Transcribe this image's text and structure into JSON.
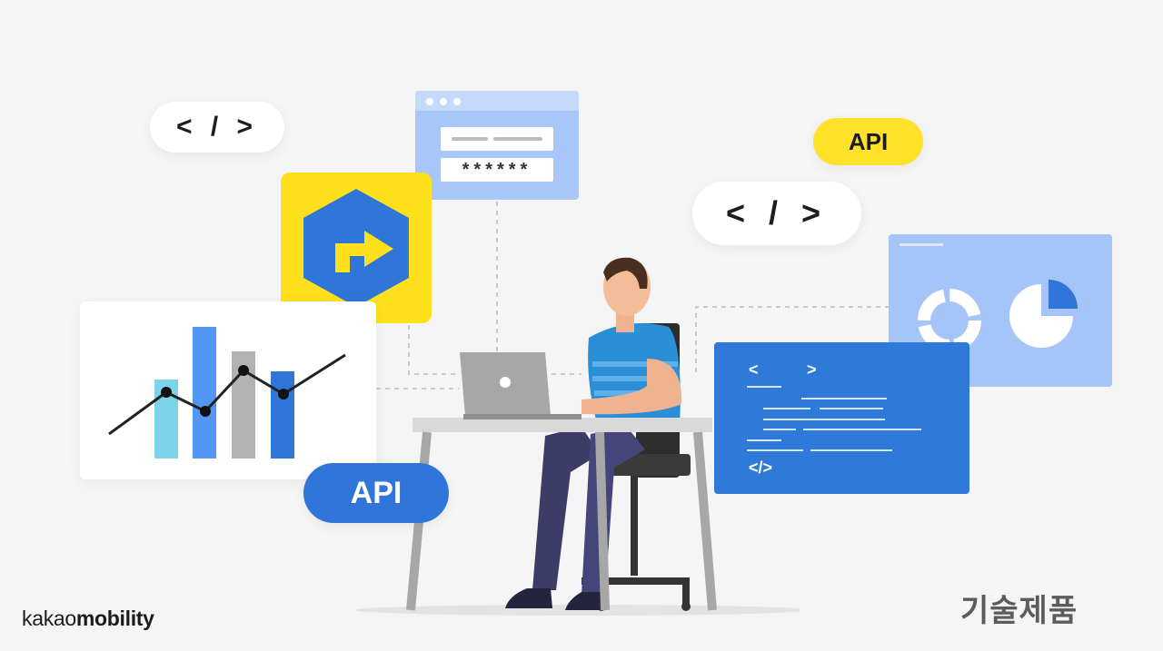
{
  "badges": {
    "code_small": "< / >",
    "code_large": "< / >",
    "api_yellow": "API",
    "api_blue": "API"
  },
  "login_window": {
    "password_mask": "******"
  },
  "footer": {
    "brand_light": "kakao",
    "brand_bold": "mobility",
    "category_label": "기술제품"
  },
  "code_panel": {
    "top_left_glyph": "<",
    "top_right_glyph": ">",
    "bottom_glyph": "</>"
  },
  "colors": {
    "background": "#f5f5f5",
    "kakao_yellow": "#ffe01c",
    "brand_blue": "#2f76d8",
    "light_blue": "#a8c6f7"
  },
  "icons": [
    "code-tag-icon",
    "navigation-arrow-icon",
    "donut-chart-icon",
    "pie-chart-icon",
    "laptop-icon"
  ]
}
